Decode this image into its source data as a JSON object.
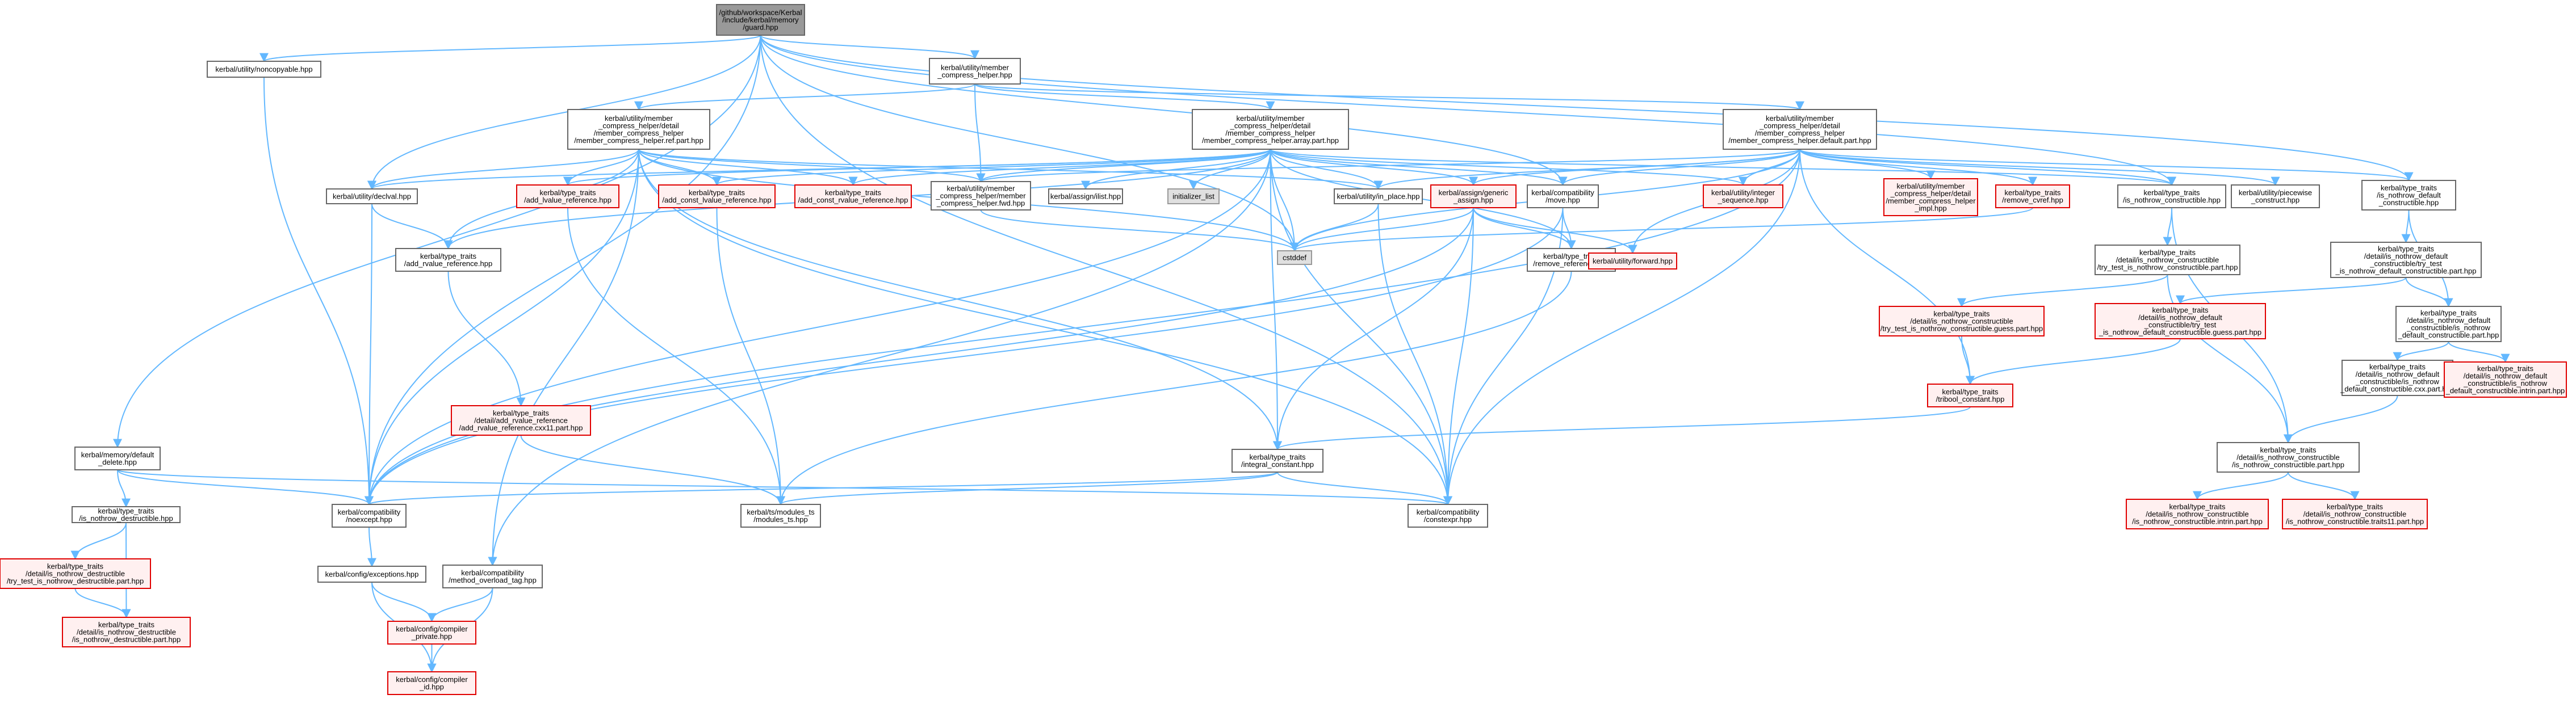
{
  "graph": {
    "colors": {
      "edge": "#63b8ff",
      "node_border": "#666666",
      "missing_border": "#e00000",
      "missing_fill": "#fff0f0",
      "root_fill": "#999999",
      "system_fill": "#e0e0e0"
    },
    "nodes": [
      {
        "id": "root",
        "kind": "root",
        "lines": [
          "/github/workspace/Kerbal",
          "/include/kerbal/memory",
          "/guard.hpp"
        ]
      },
      {
        "id": "noncopyable",
        "kind": "normal",
        "lines": [
          "kerbal/utility/noncopyable.hpp"
        ]
      },
      {
        "id": "mch",
        "kind": "normal",
        "lines": [
          "kerbal/utility/member",
          "_compress_helper.hpp"
        ]
      },
      {
        "id": "mch_ref",
        "kind": "normal",
        "lines": [
          "kerbal/utility/member",
          "_compress_helper/detail",
          "/member_compress_helper",
          "/member_compress_helper.ref.part.hpp"
        ]
      },
      {
        "id": "mch_array",
        "kind": "normal",
        "lines": [
          "kerbal/utility/member",
          "_compress_helper/detail",
          "/member_compress_helper",
          "/member_compress_helper.array.part.hpp"
        ]
      },
      {
        "id": "mch_default",
        "kind": "normal",
        "lines": [
          "kerbal/utility/member",
          "_compress_helper/detail",
          "/member_compress_helper",
          "/member_compress_helper.default.part.hpp"
        ]
      },
      {
        "id": "declval",
        "kind": "normal",
        "lines": [
          "kerbal/utility/declval.hpp"
        ]
      },
      {
        "id": "add_lref",
        "kind": "red",
        "lines": [
          "kerbal/type_traits",
          "/add_lvalue_reference.hpp"
        ]
      },
      {
        "id": "add_const_lref",
        "kind": "red",
        "lines": [
          "kerbal/type_traits",
          "/add_const_lvalue_reference.hpp"
        ]
      },
      {
        "id": "add_const_rref",
        "kind": "red",
        "lines": [
          "kerbal/type_traits",
          "/add_const_rvalue_reference.hpp"
        ]
      },
      {
        "id": "mch_fwd",
        "kind": "normal",
        "lines": [
          "kerbal/utility/member",
          "_compress_helper/member",
          "_compress_helper.fwd.hpp"
        ]
      },
      {
        "id": "assign_list",
        "kind": "normal",
        "lines": [
          "kerbal/assign/ilist.hpp"
        ]
      },
      {
        "id": "init_list",
        "kind": "grey",
        "lines": [
          "initializer_list"
        ]
      },
      {
        "id": "in_place",
        "kind": "normal",
        "lines": [
          "kerbal/utility/in_place.hpp"
        ]
      },
      {
        "id": "generic_assign",
        "kind": "red",
        "lines": [
          "kerbal/assign/generic",
          "_assign.hpp"
        ]
      },
      {
        "id": "move",
        "kind": "normal",
        "lines": [
          "kerbal/compatibility",
          "/move.hpp"
        ]
      },
      {
        "id": "int_seq",
        "kind": "red",
        "lines": [
          "kerbal/utility/integer",
          "_sequence.hpp"
        ]
      },
      {
        "id": "mch_impl",
        "kind": "red",
        "lines": [
          "kerbal/utility/member",
          "_compress_helper/detail",
          "/member_compress_helper",
          "_impl.hpp"
        ]
      },
      {
        "id": "remove_cvref",
        "kind": "red",
        "lines": [
          "kerbal/type_traits",
          "/remove_cvref.hpp"
        ]
      },
      {
        "id": "is_nt_constr",
        "kind": "normal",
        "lines": [
          "kerbal/type_traits",
          "/is_nothrow_constructible.hpp"
        ]
      },
      {
        "id": "piecewise",
        "kind": "normal",
        "lines": [
          "kerbal/utility/piecewise",
          "_construct.hpp"
        ]
      },
      {
        "id": "is_nt_def",
        "kind": "normal",
        "lines": [
          "kerbal/type_traits",
          "/is_nothrow_default",
          "_constructible.hpp"
        ]
      },
      {
        "id": "cstddef",
        "kind": "grey",
        "lines": [
          "cstddef"
        ]
      },
      {
        "id": "add_rref",
        "kind": "normal",
        "lines": [
          "kerbal/type_traits",
          "/add_rvalue_reference.hpp"
        ]
      },
      {
        "id": "remove_ref",
        "kind": "normal",
        "lines": [
          "kerbal/type_traits",
          "/remove_reference.hpp"
        ]
      },
      {
        "id": "forward",
        "kind": "red",
        "lines": [
          "kerbal/utility/forward.hpp"
        ]
      },
      {
        "id": "nt_try_test",
        "kind": "normal",
        "lines": [
          "kerbal/type_traits",
          "/detail/is_nothrow_constructible",
          "/try_test_is_nothrow_constructible.part.hpp"
        ]
      },
      {
        "id": "nt_def_try_test",
        "kind": "normal",
        "lines": [
          "kerbal/type_traits",
          "/detail/is_nothrow_default",
          "_constructible/try_test",
          "_is_nothrow_default_constructible.part.hpp"
        ]
      },
      {
        "id": "nt_guess",
        "kind": "red",
        "lines": [
          "kerbal/type_traits",
          "/detail/is_nothrow_constructible",
          "/try_test_is_nothrow_constructible.guess.part.hpp"
        ]
      },
      {
        "id": "nt_def_guess",
        "kind": "red",
        "lines": [
          "kerbal/type_traits",
          "/detail/is_nothrow_default",
          "_constructible/try_test",
          "_is_nothrow_default_constructible.guess.part.hpp"
        ]
      },
      {
        "id": "nt_def_part",
        "kind": "normal",
        "lines": [
          "kerbal/type_traits",
          "/detail/is_nothrow_default",
          "_constructible/is_nothrow",
          "_default_constructible.part.hpp"
        ]
      },
      {
        "id": "add_rref_cxx11",
        "kind": "red",
        "lines": [
          "kerbal/type_traits",
          "/detail/add_rvalue_reference",
          "/add_rvalue_reference.cxx11.part.hpp"
        ]
      },
      {
        "id": "tribool",
        "kind": "red",
        "lines": [
          "kerbal/type_traits",
          "/tribool_constant.hpp"
        ]
      },
      {
        "id": "nt_def_cxx",
        "kind": "normal",
        "lines": [
          "kerbal/type_traits",
          "/detail/is_nothrow_default",
          "_constructible/is_nothrow",
          "_default_constructible.cxx.part.hpp"
        ]
      },
      {
        "id": "nt_def_intrin",
        "kind": "red",
        "lines": [
          "kerbal/type_traits",
          "/detail/is_nothrow_default",
          "_constructible/is_nothrow",
          "_default_constructible.intrin.part.hpp"
        ]
      },
      {
        "id": "memdef_delete",
        "kind": "normal",
        "lines": [
          "kerbal/memory/default",
          "_delete.hpp"
        ]
      },
      {
        "id": "integral_const",
        "kind": "normal",
        "lines": [
          "kerbal/type_traits",
          "/integral_constant.hpp"
        ]
      },
      {
        "id": "nt_constr_part",
        "kind": "normal",
        "lines": [
          "kerbal/type_traits",
          "/detail/is_nothrow_constructible",
          "/is_nothrow_constructible.part.hpp"
        ]
      },
      {
        "id": "is_nt_destr",
        "kind": "normal",
        "lines": [
          "kerbal/type_traits",
          "/is_nothrow_destructible.hpp"
        ]
      },
      {
        "id": "noexcept",
        "kind": "normal",
        "lines": [
          "kerbal/compatibility",
          "/noexcept.hpp"
        ]
      },
      {
        "id": "ts_modules",
        "kind": "normal",
        "lines": [
          "kerbal/ts/modules_ts",
          "/modules_ts.hpp"
        ]
      },
      {
        "id": "constexpr",
        "kind": "normal",
        "lines": [
          "kerbal/compatibility",
          "/constexpr.hpp"
        ]
      },
      {
        "id": "nt_intrin",
        "kind": "red",
        "lines": [
          "kerbal/type_traits",
          "/detail/is_nothrow_constructible",
          "/is_nothrow_constructible.intrin.part.hpp"
        ]
      },
      {
        "id": "nt_traits11",
        "kind": "red",
        "lines": [
          "kerbal/type_traits",
          "/detail/is_nothrow_constructible",
          "/is_nothrow_constructible.traits11.part.hpp"
        ]
      },
      {
        "id": "nt_destr_try",
        "kind": "red",
        "lines": [
          "kerbal/type_traits",
          "/detail/is_nothrow_destructible",
          "/try_test_is_nothrow_destructible.part.hpp"
        ]
      },
      {
        "id": "exceptions",
        "kind": "normal",
        "lines": [
          "kerbal/config/exceptions.hpp"
        ]
      },
      {
        "id": "method_overload",
        "kind": "normal",
        "lines": [
          "kerbal/compatibility",
          "/method_overload_tag.hpp"
        ]
      },
      {
        "id": "nt_destr_part",
        "kind": "red",
        "lines": [
          "kerbal/type_traits",
          "/detail/is_nothrow_destructible",
          "/is_nothrow_destructible.part.hpp"
        ]
      },
      {
        "id": "compiler_private",
        "kind": "red",
        "lines": [
          "kerbal/config/compiler",
          "_private.hpp"
        ]
      },
      {
        "id": "compiler_id",
        "kind": "red",
        "lines": [
          "kerbal/config/compiler",
          "_id.hpp"
        ]
      }
    ]
  }
}
